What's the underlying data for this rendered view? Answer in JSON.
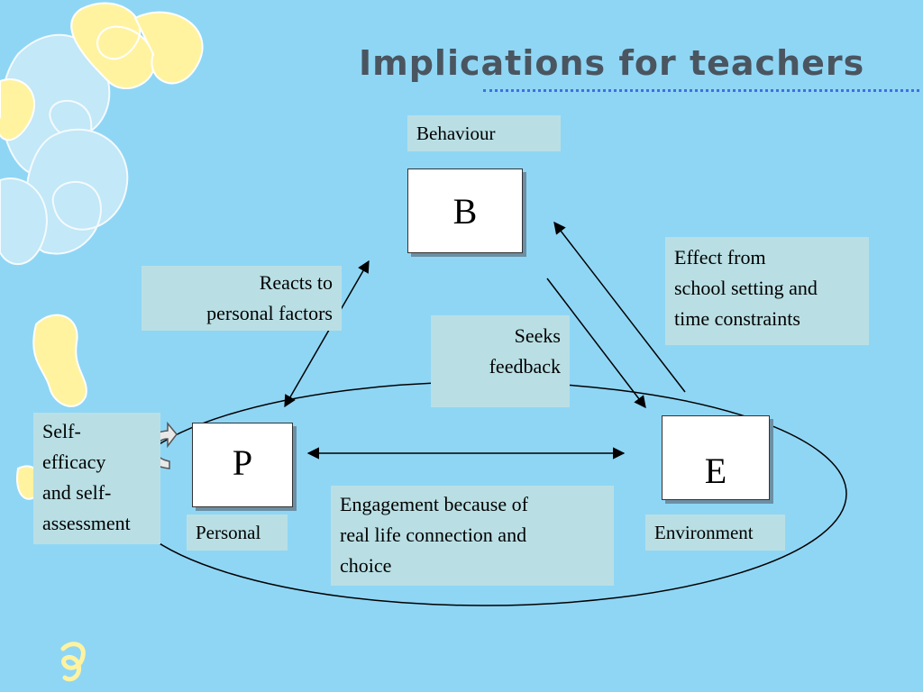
{
  "slide": {
    "title": "Implications for teachers",
    "nodes": {
      "behaviour": {
        "letter": "B",
        "caption": "Behaviour"
      },
      "personal": {
        "letter": "P",
        "caption": "Personal"
      },
      "environment": {
        "letter": "E",
        "caption": "Environment"
      }
    },
    "annotations": {
      "reacts": [
        "Reacts to",
        "personal factors"
      ],
      "seeks": [
        "Seeks",
        "feedback"
      ],
      "effect": [
        "Effect from",
        "school setting and",
        "time constraints"
      ],
      "self_efficacy": [
        "Self-",
        "efficacy",
        "and self-",
        "assessment"
      ],
      "engagement": [
        "Engagement because of",
        "real life connection and",
        "choice"
      ]
    },
    "colors": {
      "background": "#8fd6f5",
      "label_fill": "#b9dfe4",
      "title": "#4a5560",
      "title_rule": "#3f6fe0",
      "decoration_yellow": "#fff3a0",
      "decoration_light": "#c9ebf8"
    }
  }
}
